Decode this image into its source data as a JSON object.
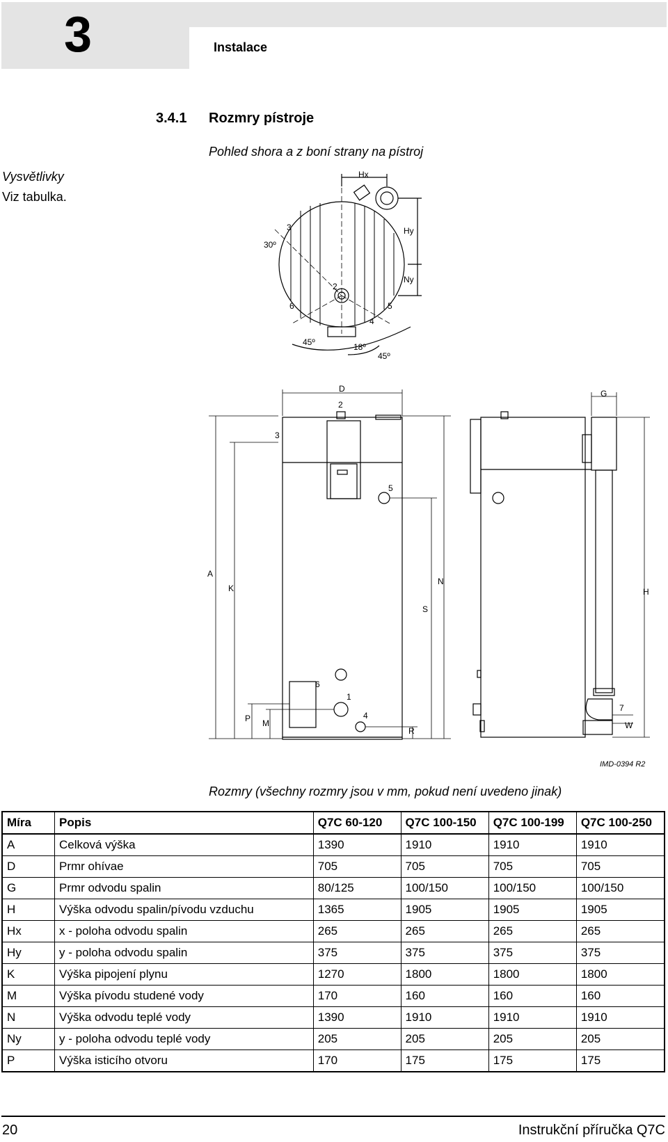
{
  "header": {
    "chapter_number": "3",
    "chapter_title": "Instalace"
  },
  "section": {
    "number": "3.4.1",
    "title": "Rozmry pístroje"
  },
  "figure": {
    "caption": "Pohled shora a z boní strany na pístroj",
    "code": "IMD-0394 R2",
    "labels": {
      "hx": "Hx",
      "hy": "Hy",
      "ny": "Ny",
      "ang30": "30º",
      "ang45a": "45º",
      "ang18": "18º",
      "ang45b": "45º",
      "d": "D",
      "g": "G",
      "a": "A",
      "k": "K",
      "n": "N",
      "s": "S",
      "h": "H",
      "p": "P",
      "m": "M",
      "r": "R",
      "w": "W",
      "n1": "1",
      "n2": "2",
      "n3": "3",
      "n4": "4",
      "n5": "5",
      "n6": "6",
      "n7": "7"
    }
  },
  "legend": {
    "title": "Vysvětlivky",
    "text": "Viz tabulka."
  },
  "table": {
    "caption": "Rozmry (všechny rozmry jsou v mm, pokud není uvedeno jinak)",
    "headers": [
      "Míra",
      "Popis",
      "Q7C 60-120",
      "Q7C 100-150",
      "Q7C 100-199",
      "Q7C 100-250"
    ],
    "rows": [
      [
        "A",
        "Celková výška",
        "1390",
        "1910",
        "1910",
        "1910"
      ],
      [
        "D",
        "Prmr ohívae",
        "705",
        "705",
        "705",
        "705"
      ],
      [
        "G",
        "Prmr odvodu spalin",
        "80/125",
        "100/150",
        "100/150",
        "100/150"
      ],
      [
        "H",
        "Výška odvodu spalin/pívodu vzduchu",
        "1365",
        "1905",
        "1905",
        "1905"
      ],
      [
        "Hx",
        "x - poloha odvodu spalin",
        "265",
        "265",
        "265",
        "265"
      ],
      [
        "Hy",
        "y - poloha odvodu spalin",
        "375",
        "375",
        "375",
        "375"
      ],
      [
        "K",
        "Výška pipojení plynu",
        "1270",
        "1800",
        "1800",
        "1800"
      ],
      [
        "M",
        "Výška pívodu studené vody",
        "170",
        "160",
        "160",
        "160"
      ],
      [
        "N",
        "Výška odvodu teplé vody",
        "1390",
        "1910",
        "1910",
        "1910"
      ],
      [
        "Ny",
        "y - poloha odvodu teplé vody",
        "205",
        "205",
        "205",
        "205"
      ],
      [
        "P",
        "Výška isticího otvoru",
        "170",
        "175",
        "175",
        "175"
      ]
    ]
  },
  "footer": {
    "page_number": "20",
    "doc_title": "Instrukční příručka Q7C"
  }
}
